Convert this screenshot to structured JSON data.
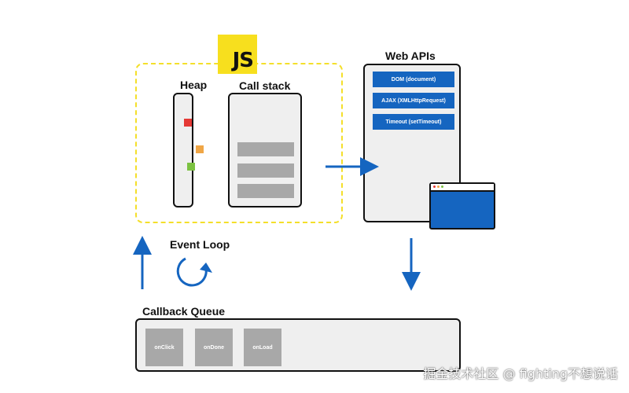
{
  "js_logo": "JS",
  "labels": {
    "heap": "Heap",
    "call_stack": "Call stack",
    "web_apis": "Web APIs",
    "event_loop": "Event Loop",
    "callback_queue": "Callback Queue"
  },
  "web_apis": [
    "DOM (document)",
    "AJAX (XMLHttpRequest)",
    "Timeout (setTimeout)"
  ],
  "callbacks": [
    "onClick",
    "onDone",
    "onLoad"
  ],
  "watermark": "掘金技术社区 @ fighting不想说话",
  "colors": {
    "js_yellow": "#f7df1e",
    "dash_yellow": "#f4df2a",
    "api_blue": "#1565c0",
    "heap_red": "#e53935",
    "heap_orange": "#f0a646",
    "heap_green": "#7cc242"
  }
}
